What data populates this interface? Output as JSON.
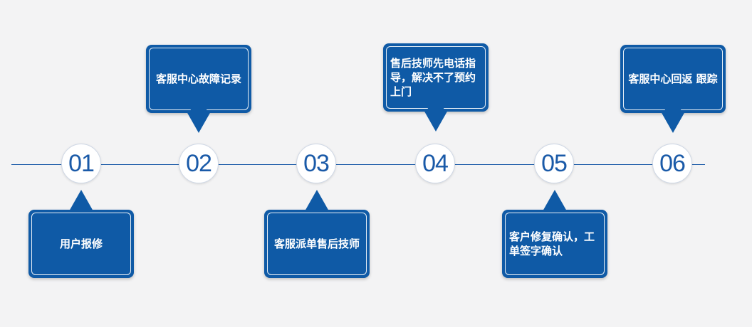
{
  "steps": [
    {
      "number": "01",
      "label": "用户报修"
    },
    {
      "number": "02",
      "label": "客服中心故障记录"
    },
    {
      "number": "03",
      "label": "客服派单售后技师"
    },
    {
      "number": "04",
      "label": "售后技师先电话指导，解决不了预约上门"
    },
    {
      "number": "05",
      "label": "客户修复确认，工单签字确认"
    },
    {
      "number": "06",
      "label": "客服中心回返 跟踪"
    }
  ],
  "colors": {
    "accent": "#0f5aa6",
    "number": "#1a5aa8",
    "background": "#f3f3f4"
  }
}
